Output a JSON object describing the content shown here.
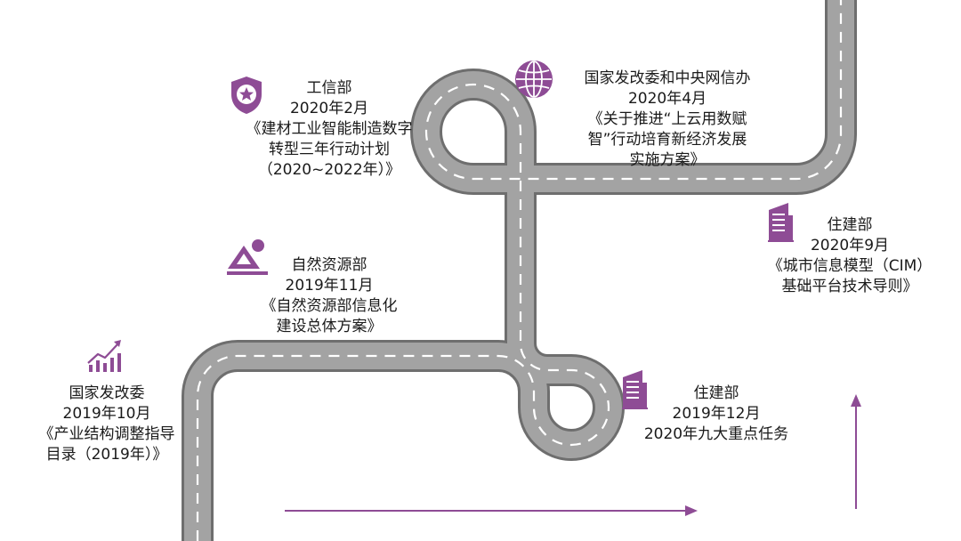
{
  "colors": {
    "road": "#9c9c9c",
    "road_edge": "#6e6e6e",
    "lane": "#ffffff",
    "accent": "#8e4c95",
    "text": "#1a1a1a"
  },
  "milestones": [
    {
      "id": "gov-2019-10",
      "icon": "growth-chart-icon",
      "agency": "国家发改委",
      "date": "2019年10月",
      "doc_lines": [
        "《产业结构调整指导",
        "目录（2019年）》"
      ]
    },
    {
      "id": "mnr-2019-11",
      "icon": "mountain-sun-icon",
      "agency": "自然资源部",
      "date": "2019年11月",
      "doc_lines": [
        "《自然资源部信息化",
        "建设总体方案》"
      ]
    },
    {
      "id": "mohurd-2019-12",
      "icon": "building-icon",
      "agency": "住建部",
      "date": "2019年12月",
      "doc_lines": [
        "2020年九大重点任务"
      ]
    },
    {
      "id": "miit-2020-02",
      "icon": "shield-star-icon",
      "agency": "工信部",
      "date": "2020年2月",
      "doc_lines": [
        "《建材工业智能制造数字",
        "转型三年行动计划",
        "（2020~2022年）》"
      ]
    },
    {
      "id": "ndrc-cac-2020-04",
      "icon": "globe-icon",
      "agency": "国家发改委和中央网信办",
      "date": "2020年4月",
      "doc_lines": [
        "《关于推进“上云用数赋",
        "智”行动培育新经济发展",
        "实施方案》"
      ]
    },
    {
      "id": "mohurd-2020-09",
      "icon": "building-icon",
      "agency": "住建部",
      "date": "2020年9月",
      "doc_lines": [
        "《城市信息模型（CIM）",
        "基础平台技术导则》"
      ]
    }
  ]
}
